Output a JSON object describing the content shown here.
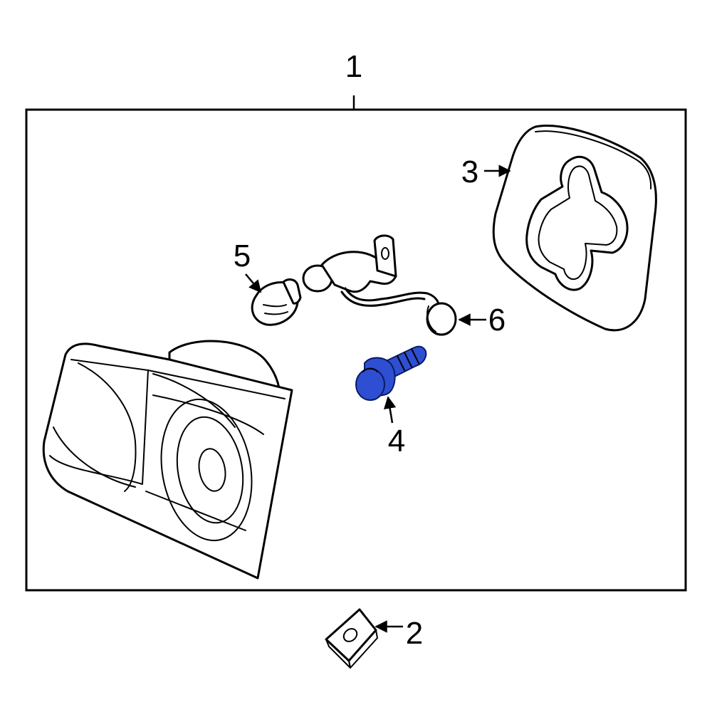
{
  "callouts": [
    {
      "id": "1",
      "label": "1"
    },
    {
      "id": "2",
      "label": "2"
    },
    {
      "id": "3",
      "label": "3"
    },
    {
      "id": "4",
      "label": "4"
    },
    {
      "id": "5",
      "label": "5"
    },
    {
      "id": "6",
      "label": "6"
    }
  ],
  "highlight_color": "#2e4fd1",
  "highlighted_part": "4"
}
